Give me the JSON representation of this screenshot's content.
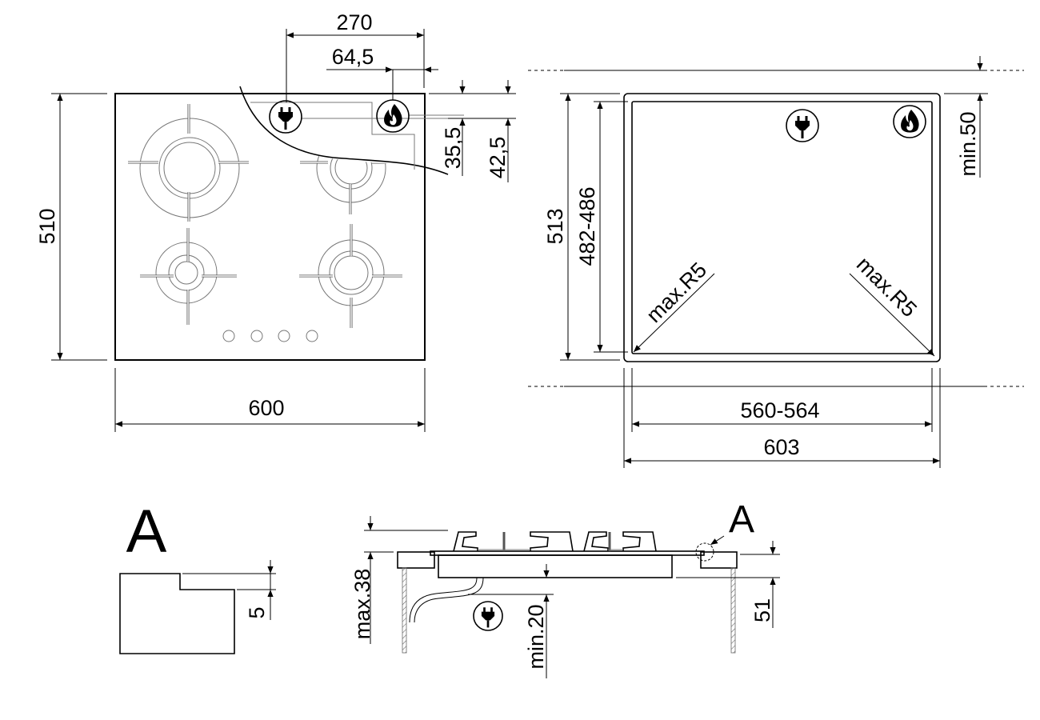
{
  "top_view": {
    "dim_width": "600",
    "dim_depth": "510",
    "dim_plug_offset": "270",
    "dim_gas_offset": "64,5",
    "dim_plug_depth": "35,5",
    "dim_gas_depth": "42,5",
    "icons": [
      "plug-icon",
      "flame-icon"
    ]
  },
  "cutout_view": {
    "dim_outer_depth": "513",
    "dim_cutout_depth": "482-486",
    "dim_min_rear": "min.50",
    "dim_radius_left": "max.R5",
    "dim_radius_right": "max.R5",
    "dim_cutout_width": "560-564",
    "dim_outer_width": "603"
  },
  "detail_a": {
    "label": "A",
    "dim_step": "5"
  },
  "side_view": {
    "label": "A",
    "dim_height": "max.38",
    "dim_clearance": "min.20",
    "dim_depth": "51"
  }
}
